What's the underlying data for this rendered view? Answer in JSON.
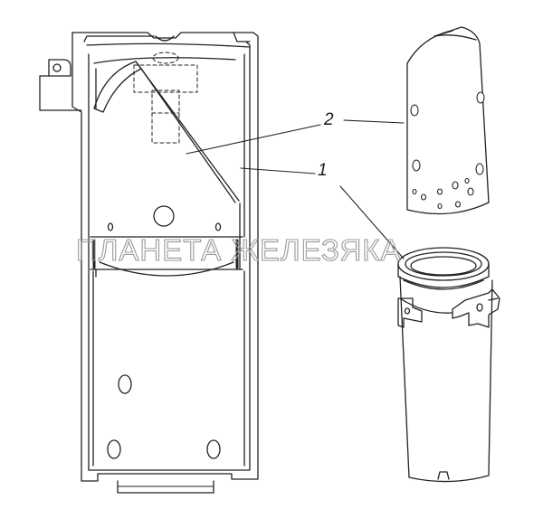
{
  "diagram": {
    "callouts": [
      {
        "id": "callout-1",
        "label": "1"
      },
      {
        "id": "callout-2",
        "label": "2"
      }
    ],
    "watermark": "ПЛАНЕТА ЖЕЛЕЗЯКА",
    "colors": {
      "line": "#222222",
      "background": "#ffffff",
      "watermark_stroke": "#9a9a9a"
    }
  }
}
